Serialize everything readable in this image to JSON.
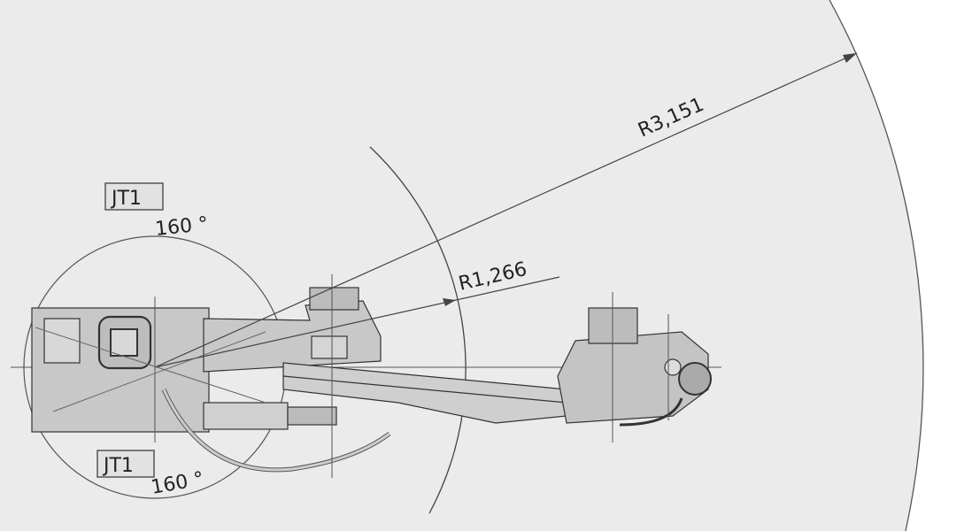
{
  "diagram": {
    "labels": {
      "radius_outer": "R3,151",
      "radius_inner": "R1,266",
      "joint_top": "JT1",
      "angle_top": "160 °",
      "joint_bottom": "JT1",
      "angle_bottom": "160 °"
    },
    "colors": {
      "work_area": "#ebebeb",
      "background": "#ffffff",
      "robot_fill": "#c8c8c8",
      "line": "#444444"
    }
  }
}
